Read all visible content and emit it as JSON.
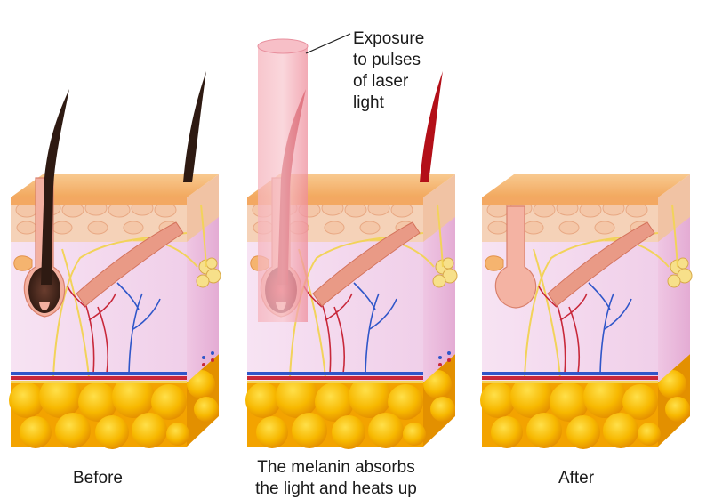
{
  "panels": [
    {
      "id": "before",
      "label": "Before",
      "hair_state": "dark",
      "laser_beam": false
    },
    {
      "id": "during",
      "label": "The melanin absorbs\nthe light and heats up",
      "hair_state": "heated",
      "laser_beam": true
    },
    {
      "id": "after",
      "label": "After",
      "hair_state": "removed",
      "laser_beam": false
    }
  ],
  "callout": {
    "text": "Exposure\nto pulses\nof laser\nlight"
  },
  "colors": {
    "skin_top": "#f6b879",
    "epidermis": "#f4cfae",
    "dermis": "#f3dbf0",
    "dermis_side": "#eab6dc",
    "fat": "#f6b700",
    "fat_dark": "#e08a00",
    "hair_dark": "#2e1a12",
    "hair_heated": "#b30f18",
    "laser": "#f29aa8",
    "vein": "#2f56c9",
    "artery": "#c8283a",
    "nerve": "#f2d35a",
    "muscle": "#e99a86"
  }
}
